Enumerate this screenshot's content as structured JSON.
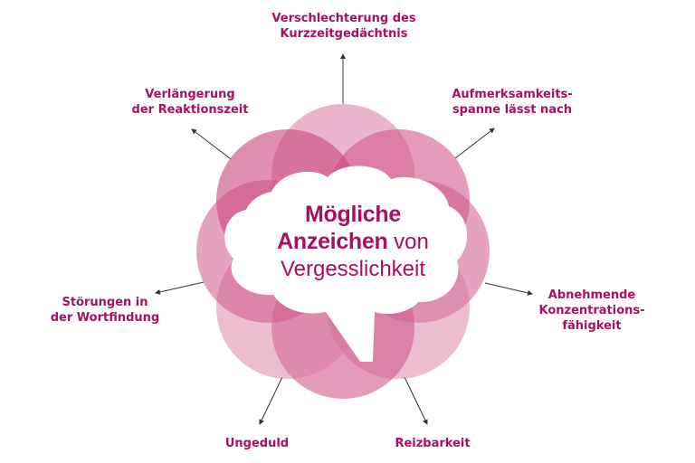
{
  "diagram": {
    "title": {
      "line1": "Mögliche",
      "line2_bold": "Anzeichen",
      "line2_normal": " von",
      "line3": "Vergesslichkeit"
    },
    "colors": {
      "text": "#a8105f",
      "circle_fill": "#d0588a",
      "circle_fill_light": "#e8a9c2",
      "arrow": "#333333",
      "cloud": "#ffffff"
    },
    "signs": [
      {
        "id": "kurzzeitgedaechtnis",
        "lines": [
          "Verschlechterung des",
          "Kurzzeitgedächtnis"
        ]
      },
      {
        "id": "aufmerksamkeit",
        "lines": [
          "Aufmerksamkeits-",
          "spanne lässt nach"
        ]
      },
      {
        "id": "konzentration",
        "lines": [
          "Abnehmende",
          "Konzentrations-",
          "fähigkeit"
        ]
      },
      {
        "id": "reizbarkeit",
        "lines": [
          "Reizbarkeit"
        ]
      },
      {
        "id": "ungeduld",
        "lines": [
          "Ungeduld"
        ]
      },
      {
        "id": "wortfindung",
        "lines": [
          "Störungen in",
          "der Wortfindung"
        ]
      },
      {
        "id": "reaktionszeit",
        "lines": [
          "Verlängerung",
          "der Reaktionszeit"
        ]
      }
    ]
  }
}
